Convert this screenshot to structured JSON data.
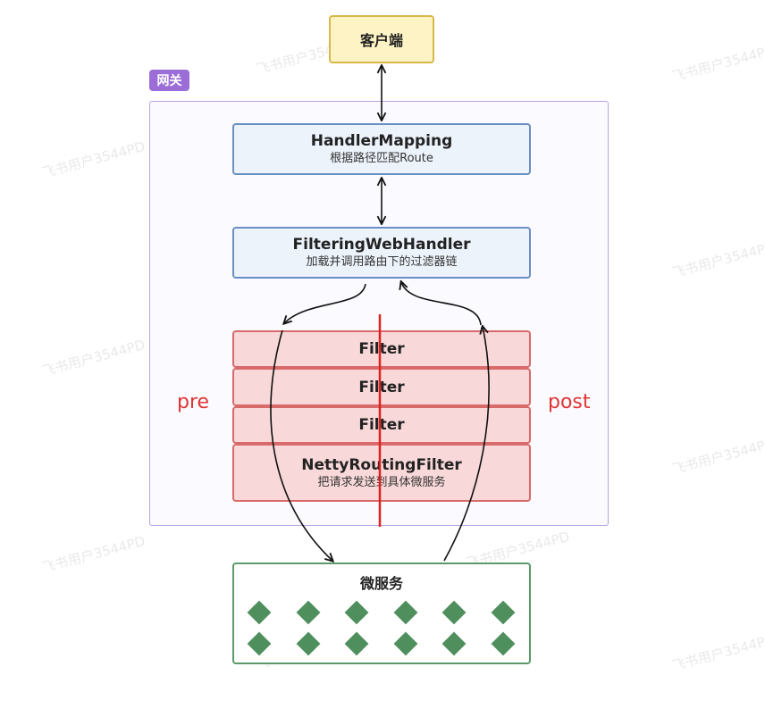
{
  "watermark": "飞书用户3544PD",
  "client": {
    "label": "客户端"
  },
  "gateway": {
    "label": "网关"
  },
  "handler_mapping": {
    "title": "HandlerMapping",
    "subtitle": "根据路径匹配Route"
  },
  "filtering_web_handler": {
    "title": "FilteringWebHandler",
    "subtitle": "加载并调用路由下的过滤器链"
  },
  "filters": [
    {
      "title": "Filter"
    },
    {
      "title": "Filter"
    },
    {
      "title": "Filter"
    },
    {
      "title": "NettyRoutingFilter",
      "subtitle": "把请求发送到具体微服务"
    }
  ],
  "labels": {
    "pre": "pre",
    "post": "post"
  },
  "microservice": {
    "title": "微服务",
    "instances": 12
  },
  "colors": {
    "client_fill": "#fdf3c4",
    "gateway_accent": "#9a6dd7",
    "handler_fill": "#edf3fb",
    "filter_fill": "#f8d8d8",
    "divider_red": "#e02020",
    "service_green": "#4f8f5e"
  }
}
